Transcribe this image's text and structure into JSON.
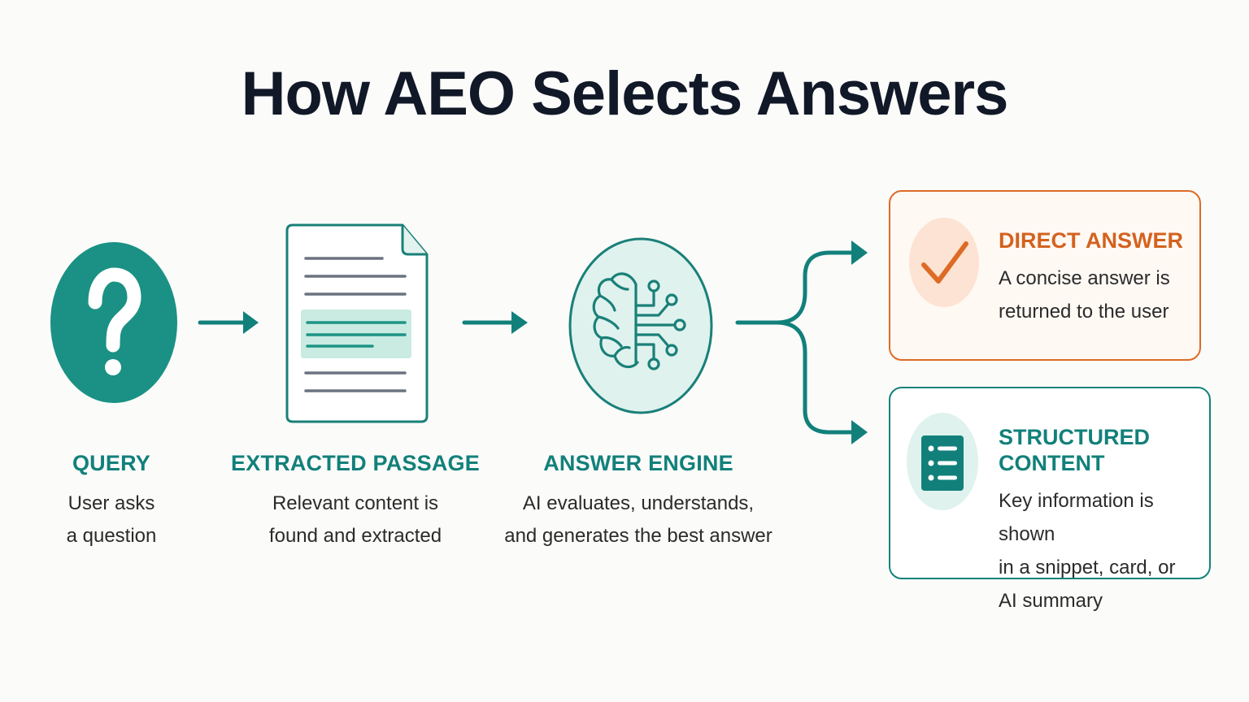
{
  "title": "How AEO Selects Answers",
  "colors": {
    "teal": "#1a9184",
    "teal_dark": "#12807a",
    "teal_light": "#dff2ee",
    "orange": "#dd6b26",
    "orange_light": "#fde3d3",
    "background": "#fbfbfa"
  },
  "steps": [
    {
      "title": "QUERY",
      "desc_lines": [
        "User asks",
        "a question"
      ],
      "icon": "question-mark-icon"
    },
    {
      "title": "EXTRACTED PASSAGE",
      "desc_lines": [
        "Relevant content is",
        "found and extracted"
      ],
      "icon": "document-icon"
    },
    {
      "title": "ANSWER ENGINE",
      "desc_lines": [
        "AI evaluates, understands,",
        "and generates the best answer"
      ],
      "icon": "brain-circuit-icon"
    }
  ],
  "outcomes": [
    {
      "title": "DIRECT ANSWER",
      "desc_lines": [
        "A concise answer is",
        "returned to the user"
      ],
      "icon": "checkmark-icon"
    },
    {
      "title": "STRUCTURED CONTENT",
      "desc_lines": [
        "Key information is shown",
        "in a snippet, card, or",
        "AI summary"
      ],
      "icon": "list-icon"
    }
  ]
}
